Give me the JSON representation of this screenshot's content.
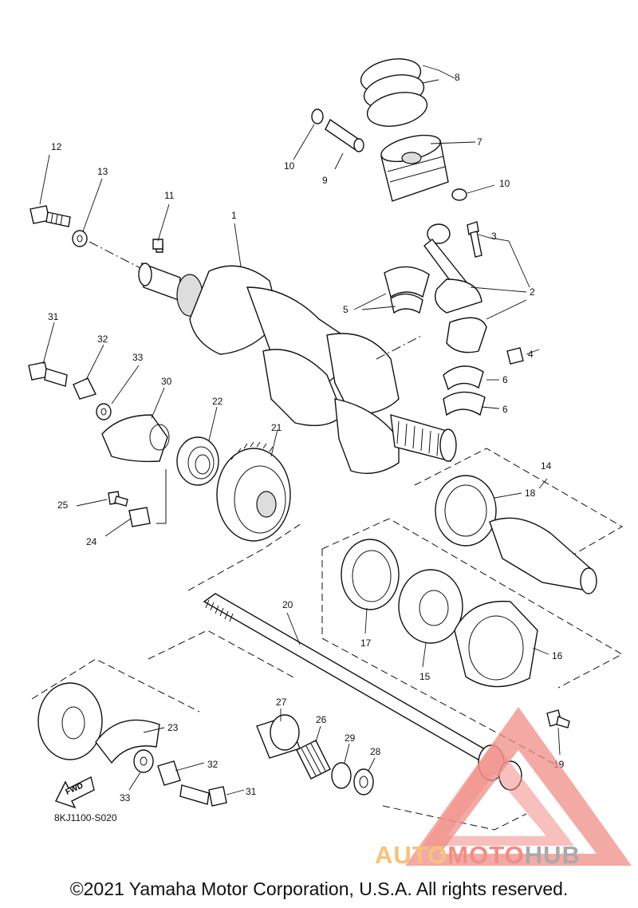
{
  "diagram": {
    "callouts": [
      {
        "id": "c1",
        "text": "1"
      },
      {
        "id": "c2",
        "text": "2"
      },
      {
        "id": "c3",
        "text": "3"
      },
      {
        "id": "c4",
        "text": "4"
      },
      {
        "id": "c5",
        "text": "5"
      },
      {
        "id": "c6a",
        "text": "6"
      },
      {
        "id": "c6b",
        "text": "6"
      },
      {
        "id": "c7",
        "text": "7"
      },
      {
        "id": "c8",
        "text": "8"
      },
      {
        "id": "c9",
        "text": "9"
      },
      {
        "id": "c10a",
        "text": "10"
      },
      {
        "id": "c10b",
        "text": "10"
      },
      {
        "id": "c11",
        "text": "11"
      },
      {
        "id": "c12",
        "text": "12"
      },
      {
        "id": "c13",
        "text": "13"
      },
      {
        "id": "c14",
        "text": "14"
      },
      {
        "id": "c15",
        "text": "15"
      },
      {
        "id": "c16",
        "text": "16"
      },
      {
        "id": "c17",
        "text": "17"
      },
      {
        "id": "c18",
        "text": "18"
      },
      {
        "id": "c19",
        "text": "19"
      },
      {
        "id": "c20",
        "text": "20"
      },
      {
        "id": "c21",
        "text": "21"
      },
      {
        "id": "c22",
        "text": "22"
      },
      {
        "id": "c23",
        "text": "23"
      },
      {
        "id": "c24",
        "text": "24"
      },
      {
        "id": "c25",
        "text": "25"
      },
      {
        "id": "c26",
        "text": "26"
      },
      {
        "id": "c27",
        "text": "27"
      },
      {
        "id": "c28",
        "text": "28"
      },
      {
        "id": "c29",
        "text": "29"
      },
      {
        "id": "c30",
        "text": "30"
      },
      {
        "id": "c31a",
        "text": "31"
      },
      {
        "id": "c31b",
        "text": "31"
      },
      {
        "id": "c32a",
        "text": "32"
      },
      {
        "id": "c32b",
        "text": "32"
      },
      {
        "id": "c33a",
        "text": "33"
      },
      {
        "id": "c33b",
        "text": "33"
      }
    ],
    "fwd_label": "FWD",
    "diagram_code": "8KJ1100-S020"
  },
  "footer": {
    "copyright": "©2021 Yamaha Motor Corporation, U.S.A. All rights reserved."
  },
  "watermark": {
    "part1": "AUTO",
    "part2": "MOTO",
    "part3": "HUB",
    "colors": {
      "auto": "#f7c27a",
      "moto": "#f08d86",
      "hub": "#a9a9a9",
      "triangle": "#f08d86"
    }
  }
}
